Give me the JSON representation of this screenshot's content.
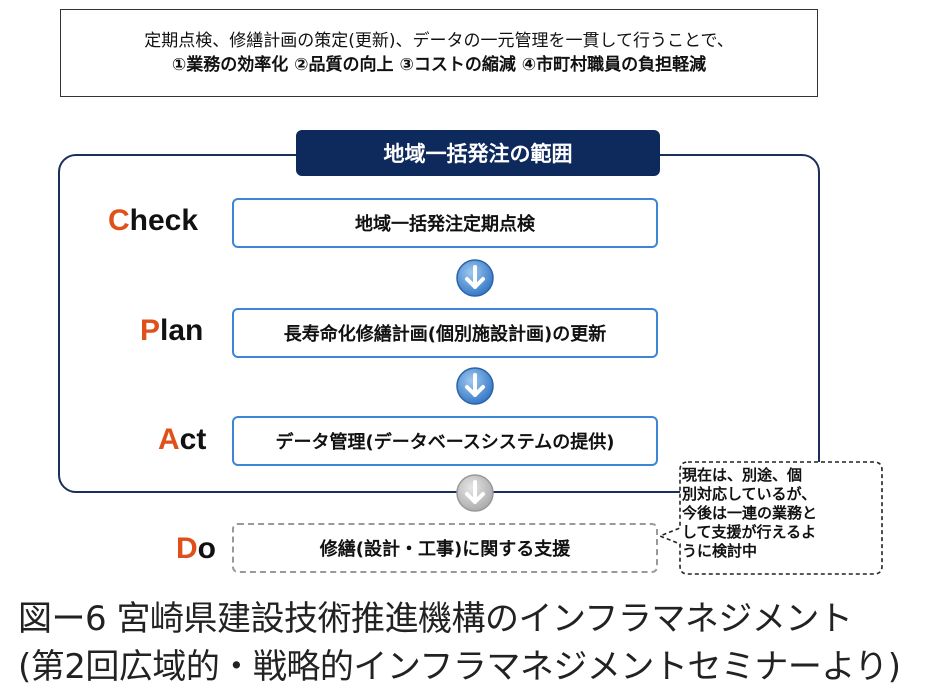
{
  "intro": {
    "line1": "定期点検、修繕計画の策定(更新)、データの一元管理を一貫して行うことで、",
    "line2": "①業務の効率化 ②品質の向上 ③コストの縮減 ④市町村職員の負担軽減"
  },
  "scope_title": "地域一括発注の範囲",
  "stages": [
    {
      "first": "C",
      "rest": "heck",
      "step": "地域一括発注定期点検"
    },
    {
      "first": "P",
      "rest": "lan",
      "step": "長寿命化修繕計画(個別施設計画)の更新"
    },
    {
      "first": "A",
      "rest": "ct",
      "step": "データ管理(データベースシステムの提供)"
    },
    {
      "first": "D",
      "rest": "o",
      "step": "修繕(設計・工事)に関する支援"
    }
  ],
  "callout": {
    "lines": [
      "現在は、別途、個",
      "別対応しているが、",
      "今後は一連の業務と",
      "して支援が行えるよ",
      "うに検討中"
    ]
  },
  "caption": {
    "line1": "図ー6 宮崎県建設技術推進機構のインフラマネジメント",
    "line2": "(第2回広域的・戦略的インフラマネジメントセミナーより)"
  },
  "colors": {
    "accent_letter": "#e0501a",
    "scope_tab": "#0e2a5c",
    "step_border": "#3d86d6",
    "arrow_blue": "#3d86d6",
    "arrow_gray": "#b0b0b0"
  },
  "icons": [
    "arrow-down-icon"
  ]
}
